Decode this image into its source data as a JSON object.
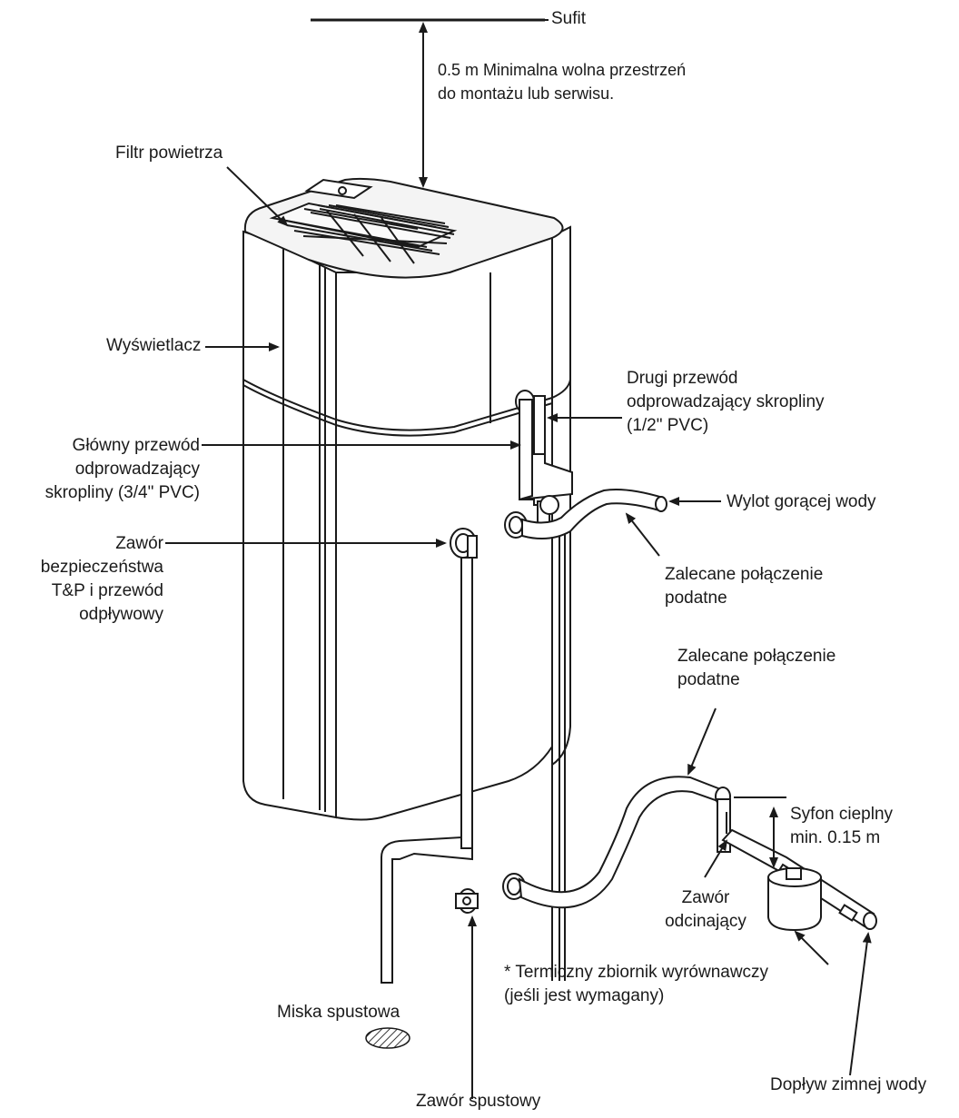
{
  "labels": {
    "ceiling": "Sufit",
    "clearance": [
      "0.5 m Minimalna wolna przestrzeń",
      "do montażu lub serwisu."
    ],
    "air_filter": "Filtr powietrza",
    "display": "Wyświetlacz",
    "secondary_drain": [
      "Drugi przewód",
      "odprowadzający skropliny",
      "(1/2\" PVC)"
    ],
    "main_drain": [
      "Główny przewód",
      "odprowadzający",
      "skropliny (3/4\" PVC)"
    ],
    "hot_water_outlet": "Wylot gorącej wody",
    "tp_valve": [
      "Zawór",
      "bezpieczeństwa",
      "T&P i przewód",
      "odpływowy"
    ],
    "flex_connection_upper": [
      "Zalecane połączenie",
      "podatne"
    ],
    "flex_connection_lower": [
      "Zalecane połączenie",
      "podatne"
    ],
    "heat_trap": [
      "Syfon cieplny",
      "min. 0.15 m"
    ],
    "shutoff_valve": [
      "Zawór",
      "odcinający"
    ],
    "expansion_tank": [
      "* Termiczny zbiornik wyrównawczy",
      "(jeśli jest wymagany)"
    ],
    "drain_pan": "Miska spustowa",
    "drain_valve": "Zawór spustowy",
    "cold_water_inlet": "Dopływ zimnej wody"
  },
  "colors": {
    "line": "#1a1a1a",
    "fill": "#ffffff",
    "shade": "#e8e8e8"
  }
}
